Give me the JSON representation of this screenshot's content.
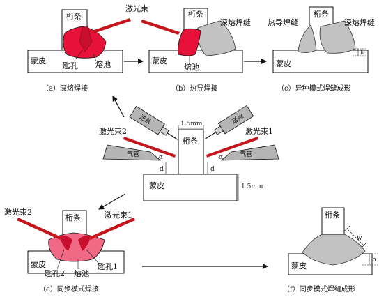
{
  "labels": {
    "laser_beam": "激光束",
    "laser_beam_1": "激光束1",
    "laser_beam_2": "激光束2",
    "stringer": "桁条",
    "skin": "蒙皮",
    "keyhole": "匙孔",
    "keyhole_1": "匙孔1",
    "keyhole_2": "匙孔2",
    "molten_pool": "熔池",
    "deep_weld": "深熔焊缝",
    "heat_weld": "热导焊缝",
    "wire_feed": "送丝",
    "gas_pipe": "气管",
    "dim_1_5mm": "1.5mm",
    "dim_d": "d",
    "dim_alpha": "α",
    "dim_h": "h",
    "dim_w": "w"
  },
  "captions": {
    "a": "（a）深熔焊接",
    "b": "（b）热导焊接",
    "c": "（c）异种模式焊缝成形",
    "e": "（e）同步模式焊接",
    "f": "（f）同步模式焊缝成形"
  },
  "colors": {
    "line": "#111111",
    "pool_red": "#e8113a",
    "pool_dark": "#c8102e",
    "pool_pink": "#f06a86",
    "beam": "#c4161c",
    "weld_gray": "#c2c2c2",
    "tool_gray": "#b5b5b5"
  }
}
